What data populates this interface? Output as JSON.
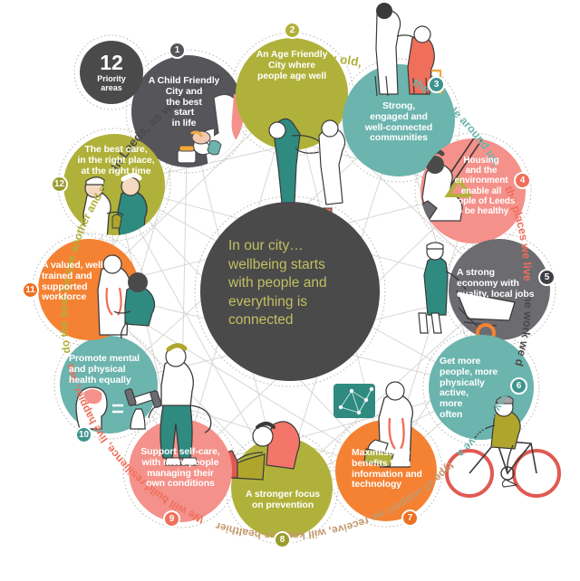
{
  "diagram": {
    "title": "In our city… wellbeing starts with people and everything is connected",
    "center": {
      "line1": "In our city…",
      "line2": "wellbeing starts",
      "line3": "with people and",
      "line4": "everything is",
      "line5": "connected",
      "fill": "#4a4a4a",
      "text_color": "#c3bf63"
    },
    "priority_badge": {
      "count": "12",
      "label_line1": "Priority",
      "label_line2": "areas",
      "fill": "#4a4a4a"
    },
    "ring_text": [
      {
        "id": "arc-1",
        "text": "In Leeds, as we grow up",
        "color": "#4a4a4a"
      },
      {
        "id": "arc-2",
        "text": "and as we grow old,",
        "color": "#b0b13a"
      },
      {
        "id": "arc-3",
        "text": "the people around us,",
        "color": "#6cb4ae"
      },
      {
        "id": "arc-4",
        "text": "the places we live in,",
        "color": "#ef6f5a"
      },
      {
        "id": "arc-5",
        "text": "the work we do,",
        "color": "#4a4a4a"
      },
      {
        "id": "arc-6",
        "text": "the way we move and the",
        "color": "#6cb4ae"
      },
      {
        "id": "arc-7",
        "text": "type of support we receive, will keep us healthier for longer.",
        "color": "#c39a6b"
      },
      {
        "id": "arc-8",
        "text": "We will build resilience, live happier, healthier lives",
        "color": "#ef6f5a"
      },
      {
        "id": "arc-9",
        "text": "do the best for one another and provide the best care possible.",
        "color": "#b0b13a"
      }
    ],
    "colors": {
      "dark_grey": "#55555a",
      "mid_grey": "#6b6b70",
      "olive": "#b0b13a",
      "teal": "#6cb4ae",
      "salmon": "#ef8a7c",
      "coral": "#f4918a",
      "orange": "#f58233",
      "web_line": "#d7d7d4",
      "dotted_ring": "#b9b9b5"
    },
    "priorities": [
      {
        "number": "1",
        "lines": [
          "A Child Friendly",
          "City and",
          "the best",
          "start",
          "in life"
        ],
        "fill": "#55555a",
        "badge_fill": "#55555a",
        "illustration": "mother-holding-baby"
      },
      {
        "number": "2",
        "lines": [
          "An Age Friendly",
          "City where",
          "people age well"
        ],
        "fill": "#b0b13a",
        "badge_fill": "#b0b13a",
        "illustration": "two-people-dancing"
      },
      {
        "number": "3",
        "lines": [
          "Strong,",
          "engaged and",
          "well-connected",
          "communities"
        ],
        "fill": "#6cb4ae",
        "badge_fill": "#57a49e",
        "illustration": "carer-and-elderly-person"
      },
      {
        "number": "4",
        "lines": [
          "Housing",
          "and the",
          "environment",
          "enable all",
          "people of Leeds",
          "to be healthy"
        ],
        "fill": "#f4918a",
        "badge_fill": "#ef6f5a",
        "illustration": "child-on-swing"
      },
      {
        "number": "5",
        "lines": [
          "A strong",
          "economy with",
          "quality, local jobs"
        ],
        "fill": "#6b6b70",
        "badge_fill": "#3f3f44",
        "illustration": "worker-with-wheelbarrow"
      },
      {
        "number": "6",
        "lines": [
          "Get more",
          "people, more",
          "physically",
          "active,",
          "more",
          "often"
        ],
        "fill": "#6cb4ae",
        "badge_fill": "#57a49e",
        "illustration": "person-riding-bicycle"
      },
      {
        "number": "7",
        "lines": [
          "Maximise the",
          "benefits from",
          "information and",
          "technology"
        ],
        "fill": "#f58233",
        "badge_fill": "#ef6f23",
        "illustration": "doctor-with-tablet-and-network-screen"
      },
      {
        "number": "8",
        "lines": [
          "A stronger focus",
          "on prevention"
        ],
        "fill": "#b0b13a",
        "badge_fill": "#9a9b2e",
        "illustration": "person-stretching"
      },
      {
        "number": "9",
        "lines": [
          "Support self-care,",
          "with more people",
          "managing their",
          "own conditions"
        ],
        "fill": "#f4918a",
        "badge_fill": "#ef6f5a",
        "illustration": "person-holding-large-trousers"
      },
      {
        "number": "10",
        "lines": [
          "Promote mental",
          "and physical",
          "health equally"
        ],
        "fill": "#6cb4ae",
        "badge_fill": "#3f948d",
        "illustration": "head-equals-dumbbell"
      },
      {
        "number": "11",
        "lines": [
          "A valued, well",
          "trained and",
          "supported",
          "workforce"
        ],
        "fill": "#f58233",
        "badge_fill": "#ef6f23",
        "illustration": "nurse-examining-child"
      },
      {
        "number": "12",
        "lines": [
          "The best care,",
          "in the right place,",
          "at the right time"
        ],
        "fill": "#b0b13a",
        "badge_fill": "#9a9b2e",
        "illustration": "two-nurses-caring"
      }
    ]
  }
}
